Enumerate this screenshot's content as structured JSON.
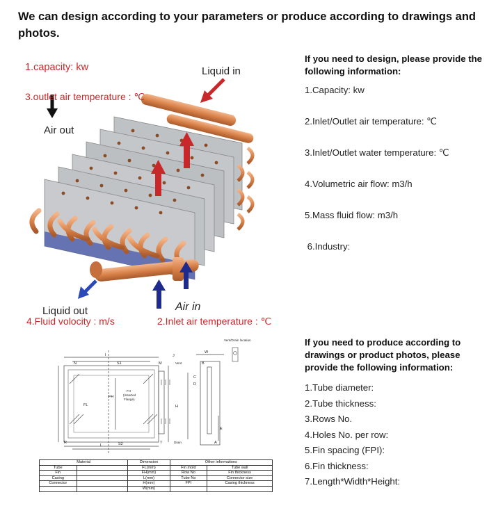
{
  "headline": "We can design according to your parameters or produce according to drawings and photos.",
  "coil_labels": {
    "capacity": "1.capacity: kw",
    "liquid_in": "Liquid in",
    "outlet_air": "3.outlet air temperature : ℃",
    "air_out": "Air out",
    "liquid_out": "Liquid out",
    "fluid_velocity": "4.Fluid volocity : m/s",
    "air_in": "Air in",
    "inlet_air": "2.Inlet air temperature : ℃"
  },
  "design": {
    "intro": "If you need to design, please provide the following information:",
    "items": [
      "1.Capacity: kw",
      "2.Inlet/Outlet air temperature: ℃",
      "3.Inlet/Outlet water temperature: ℃",
      "4.Volumetric air flow: m3/h",
      "5.Mass fluid flow: m3/h",
      " 6.Industry:"
    ]
  },
  "drawing_info": {
    "intro": "If you need to produce according to drawings or product photos, please provide the following information:",
    "items": [
      "1.Tube diameter:",
      "2.Tube thickness:",
      "3.Rows No.",
      "4.Holes No. per row:",
      "5.Fin spacing (FPI):",
      "6.Fin thickness:",
      "7.Length*Width*Height:"
    ]
  },
  "drawing_labels": {
    "vent_drain": "Vent/Drain location",
    "I": "I",
    "J": "J",
    "W": "W",
    "N": "N",
    "S1": "S1",
    "M": "M",
    "vent": "Vent",
    "B": "B",
    "C": "C",
    "D": "D",
    "fh": "FH",
    "fh_inserted_1": "FH",
    "fh_inserted_2": "(Inserted",
    "fh_inserted_3": "Flange)",
    "FL": "FL",
    "H": "H",
    "E": "E",
    "R": "R",
    "L": "L",
    "S2": "S2",
    "T": "T",
    "drain": "Drain",
    "A": "A"
  },
  "spec_table": {
    "headers": [
      "Material",
      "Dimension",
      "Other informations"
    ],
    "rows": [
      [
        "Tube",
        "",
        "FL(mm)",
        "Fin mold",
        "Tube wall"
      ],
      [
        "Fin",
        "",
        "FH(mm)",
        "Row No",
        "Fin thickness"
      ],
      [
        "Casing",
        "",
        "L(mm)",
        "Tube No",
        "Connector size"
      ],
      [
        "Connector",
        "",
        "H(mm)",
        "FPI",
        "Casing thickness"
      ],
      [
        "",
        "",
        "W(mm)",
        "",
        ""
      ]
    ]
  }
}
